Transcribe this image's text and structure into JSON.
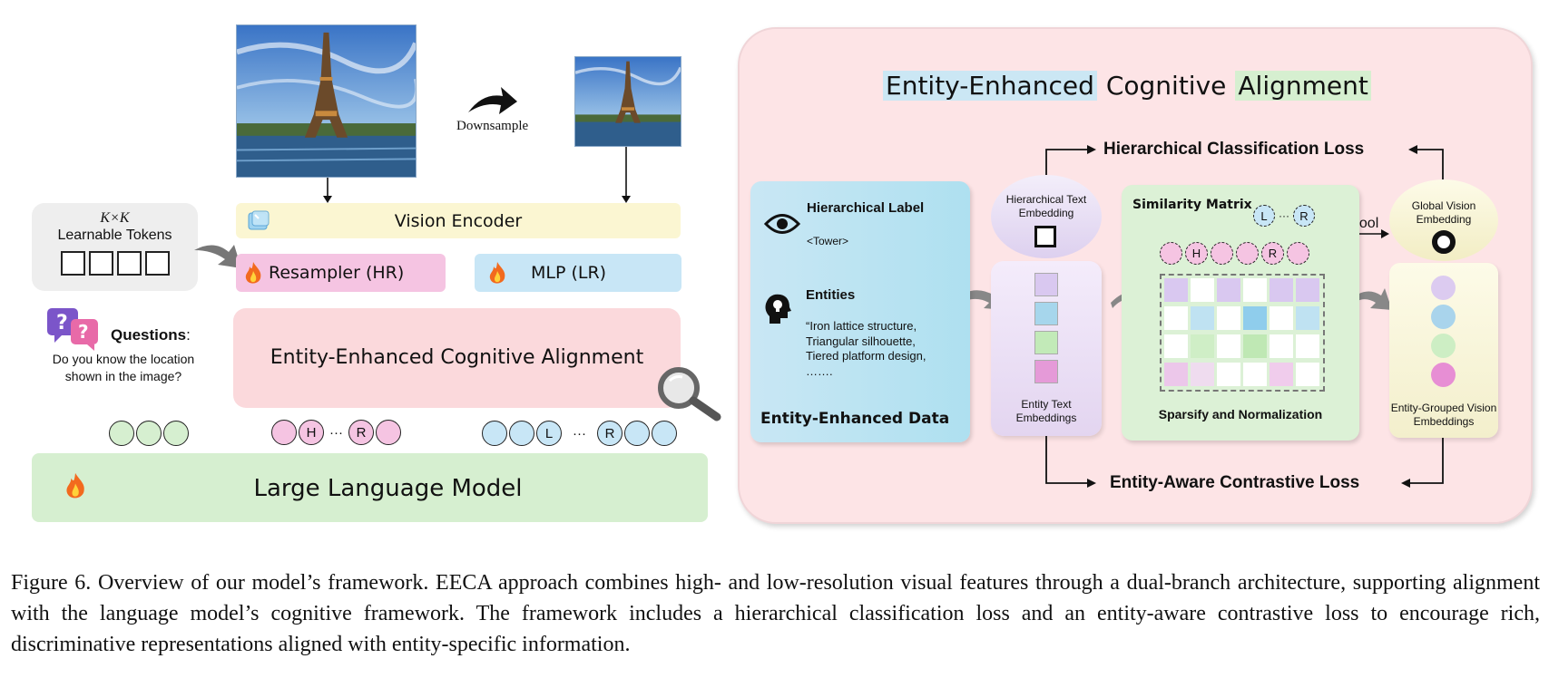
{
  "left": {
    "downsample_label": "Downsample",
    "tokens": {
      "kk": "K×K",
      "label": "Learnable Tokens"
    },
    "vision_encoder": "Vision Encoder",
    "resampler": "Resampler (HR)",
    "mlp": "MLP (LR)",
    "eeca": "Entity-Enhanced Cognitive Alignment",
    "questions_title": "Questions",
    "questions_colon": ":",
    "question_text": "Do you know the location shown in the image?",
    "llm": "Large Language Model",
    "token_h": "H",
    "token_r": "R",
    "token_l": "L",
    "token_dots": "···"
  },
  "right": {
    "title_part1": "Entity-Enhanced",
    "title_part2": "Cognitive",
    "title_part3": "Alignment",
    "hier_class_loss": "Hierarchical Classification Loss",
    "hier_label_title": "Hierarchical Label",
    "hier_label_value": "<Tower>",
    "entities_title": "Entities",
    "entities_lines": [
      "“Iron lattice structure,",
      "Triangular silhouette,",
      "Tiered platform design,",
      "……."
    ],
    "data_label": "Entity-Enhanced Data",
    "hte_label": "Hierarchical Text Embedding",
    "ete_label": "Entity Text Embeddings",
    "sim_title": "Similarity Matrix",
    "sparse_label": "Sparsify and Normalization",
    "gve_label": "Global Vision Embedding",
    "egve_label": "Entity-Grouped Vision Embeddings",
    "pool_label": "pool",
    "contrastive_loss": "Entity-Aware Contrastive Loss",
    "sim_L": "L",
    "sim_R": "R",
    "sim_H": "H",
    "sim_dots": "···"
  },
  "caption": "Figure 6. Overview of our model’s framework. EECA approach combines high- and low-resolution visual features through a dual-branch architecture, supporting alignment with the language model’s cognitive framework. The framework includes a hierarchical classification loss and an entity-aware contrastive loss to encourage rich, discriminative representations aligned with entity-specific information.",
  "colors": {
    "pink": "#f5c4e2",
    "blue": "#c8e6f6",
    "green": "#d6efd0",
    "yellow": "#fbf6d2",
    "panel": "#fde4e6"
  }
}
